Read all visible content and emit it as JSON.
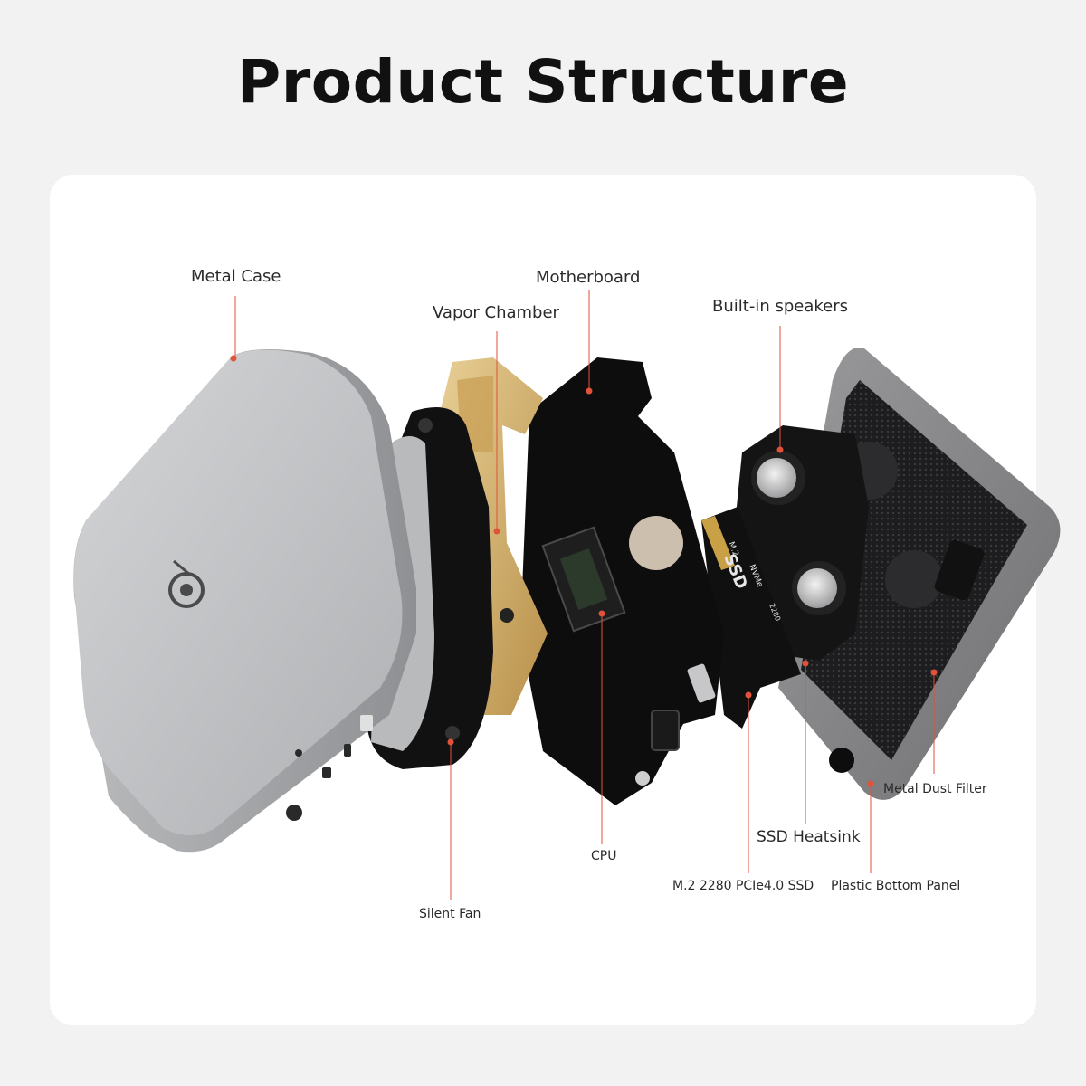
{
  "title": "Product Structure",
  "accent_color": "#e0523a",
  "labels": {
    "metal_case": "Metal Case",
    "motherboard": "Motherboard",
    "vapor_chamber": "Vapor Chamber",
    "builtin_speakers": "Built-in speakers",
    "cpu": "CPU",
    "silent_fan": "Silent Fan",
    "ssd": "M.2 2280 PCIe4.0 SSD",
    "ssd_heatsink": "SSD Heatsink",
    "plastic_bottom_panel": "Plastic Bottom Panel",
    "metal_dust_filter": "Metal Dust Filter"
  },
  "ssd_print": {
    "top": "M.2",
    "main": "SSD",
    "nvme": "NVMe",
    "size": "2280"
  }
}
